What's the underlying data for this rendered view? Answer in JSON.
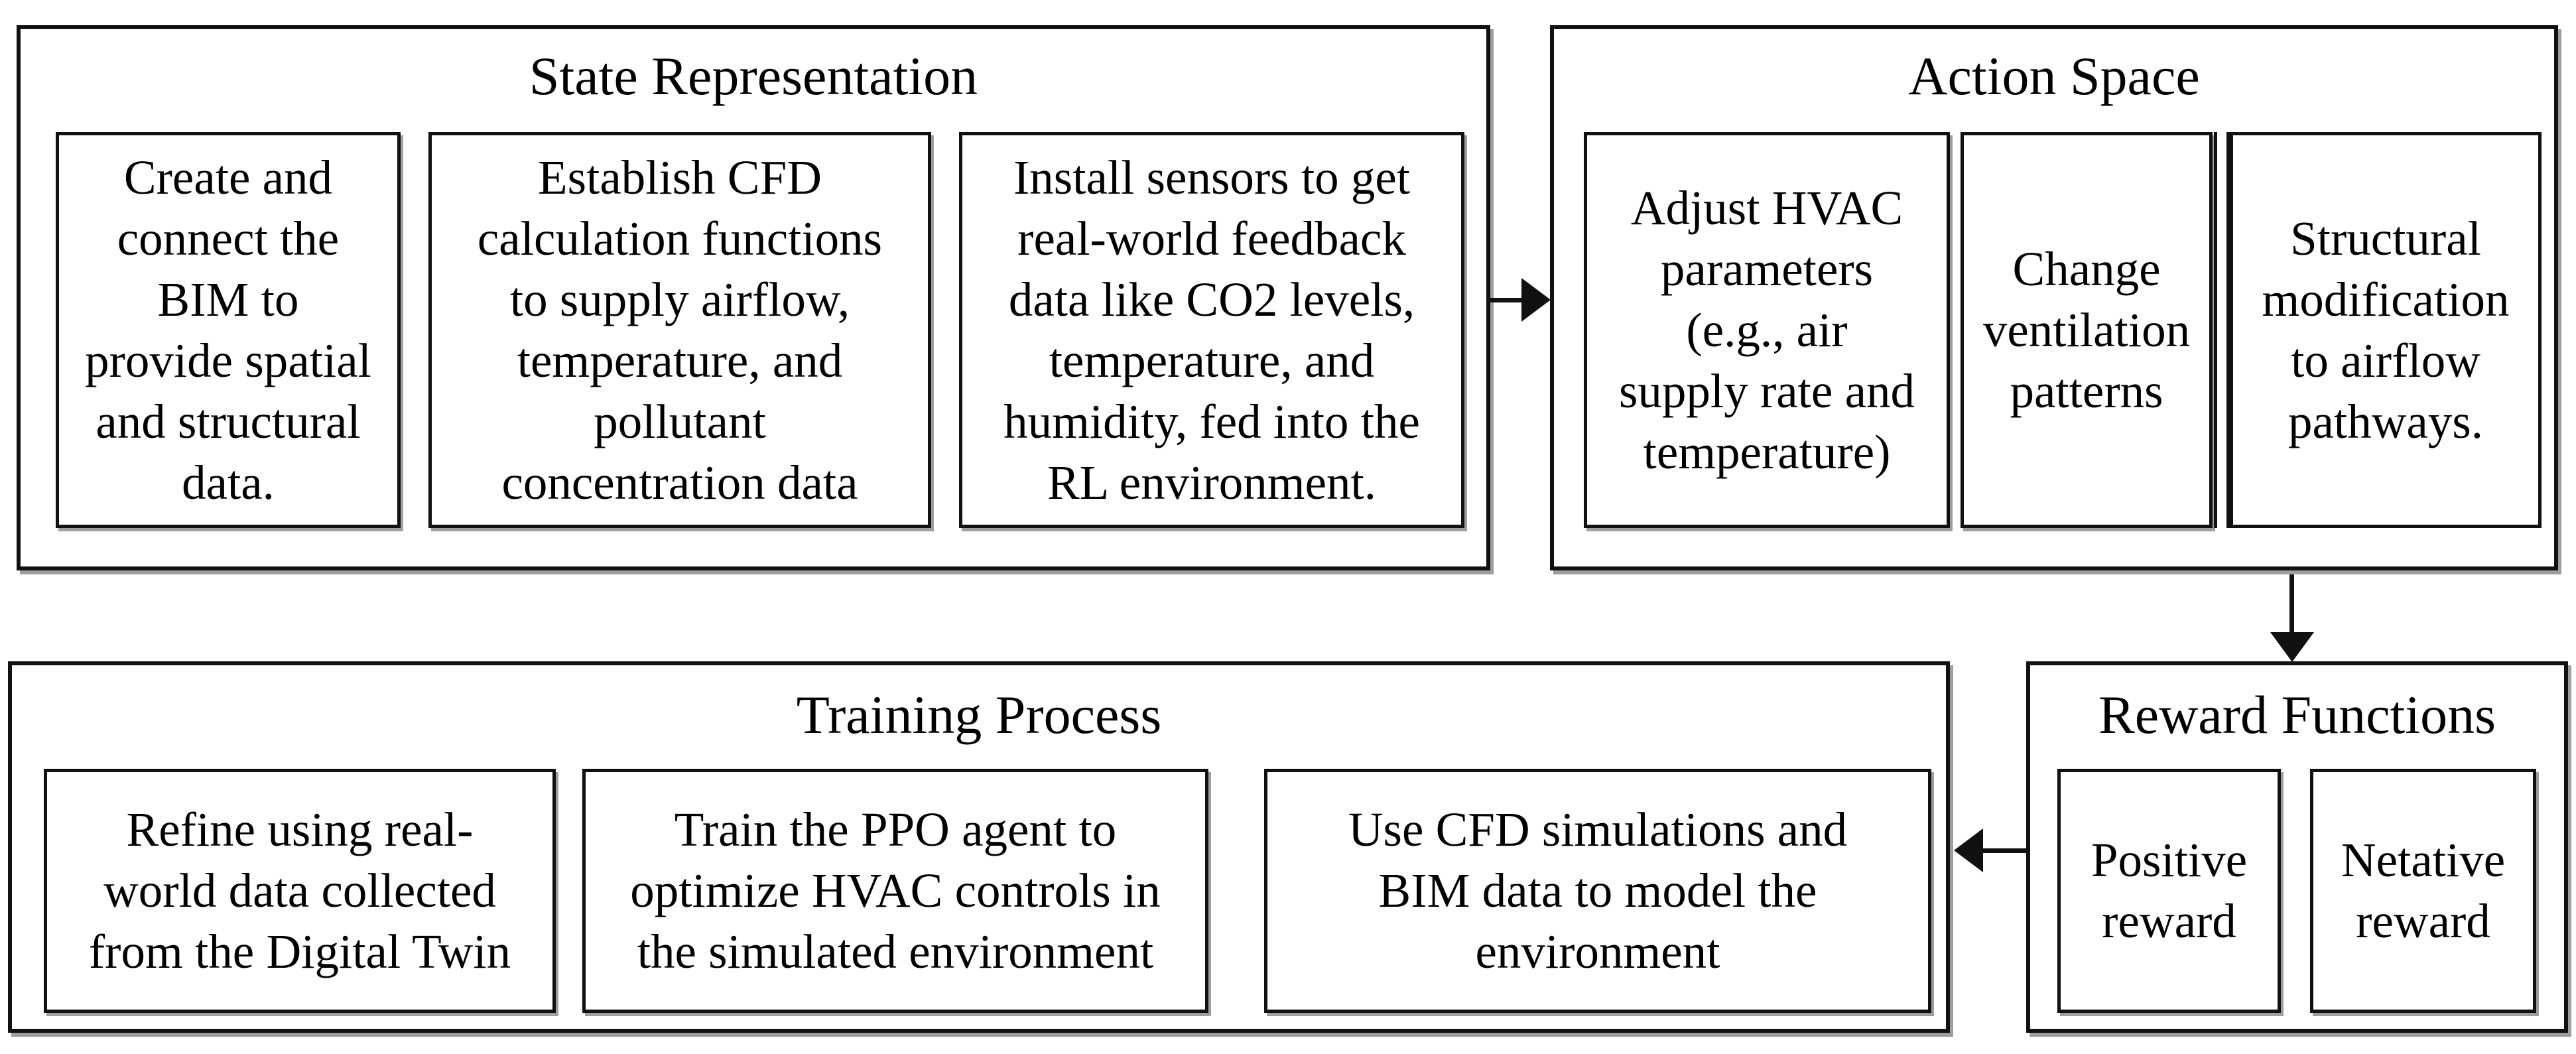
{
  "colors": {
    "border": "#111111",
    "shadow": "#9e9e9e",
    "background": "#ffffff",
    "text": "#000000"
  },
  "groups": {
    "state_representation": {
      "title": "State Representation",
      "items": [
        "Create and\nconnect the\nBIM to\nprovide spatial\nand structural\ndata.",
        "Establish CFD\ncalculation functions\nto supply airflow,\ntemperature, and\npollutant\nconcentration data",
        "Install sensors to get\nreal-world feedback\ndata like CO2 levels,\ntemperature, and\nhumidity, fed into the\nRL environment."
      ]
    },
    "action_space": {
      "title": "Action Space",
      "items": [
        "Adjust HVAC\nparameters\n(e.g., air\nsupply rate and\ntemperature)",
        "Change\nventilation\npatterns",
        "Structural\nmodification\nto airflow\npathways."
      ]
    },
    "training_process": {
      "title": "Training Process",
      "items": [
        "Refine using real-\nworld data collected\nfrom the Digital Twin",
        "Train the PPO agent to\noptimize HVAC controls in\nthe simulated environment",
        "Use CFD simulations and\nBIM data to model the\nenvironment"
      ]
    },
    "reward_functions": {
      "title": "Reward Functions",
      "items": [
        "Positive\nreward",
        "Netative\nreward"
      ]
    }
  }
}
